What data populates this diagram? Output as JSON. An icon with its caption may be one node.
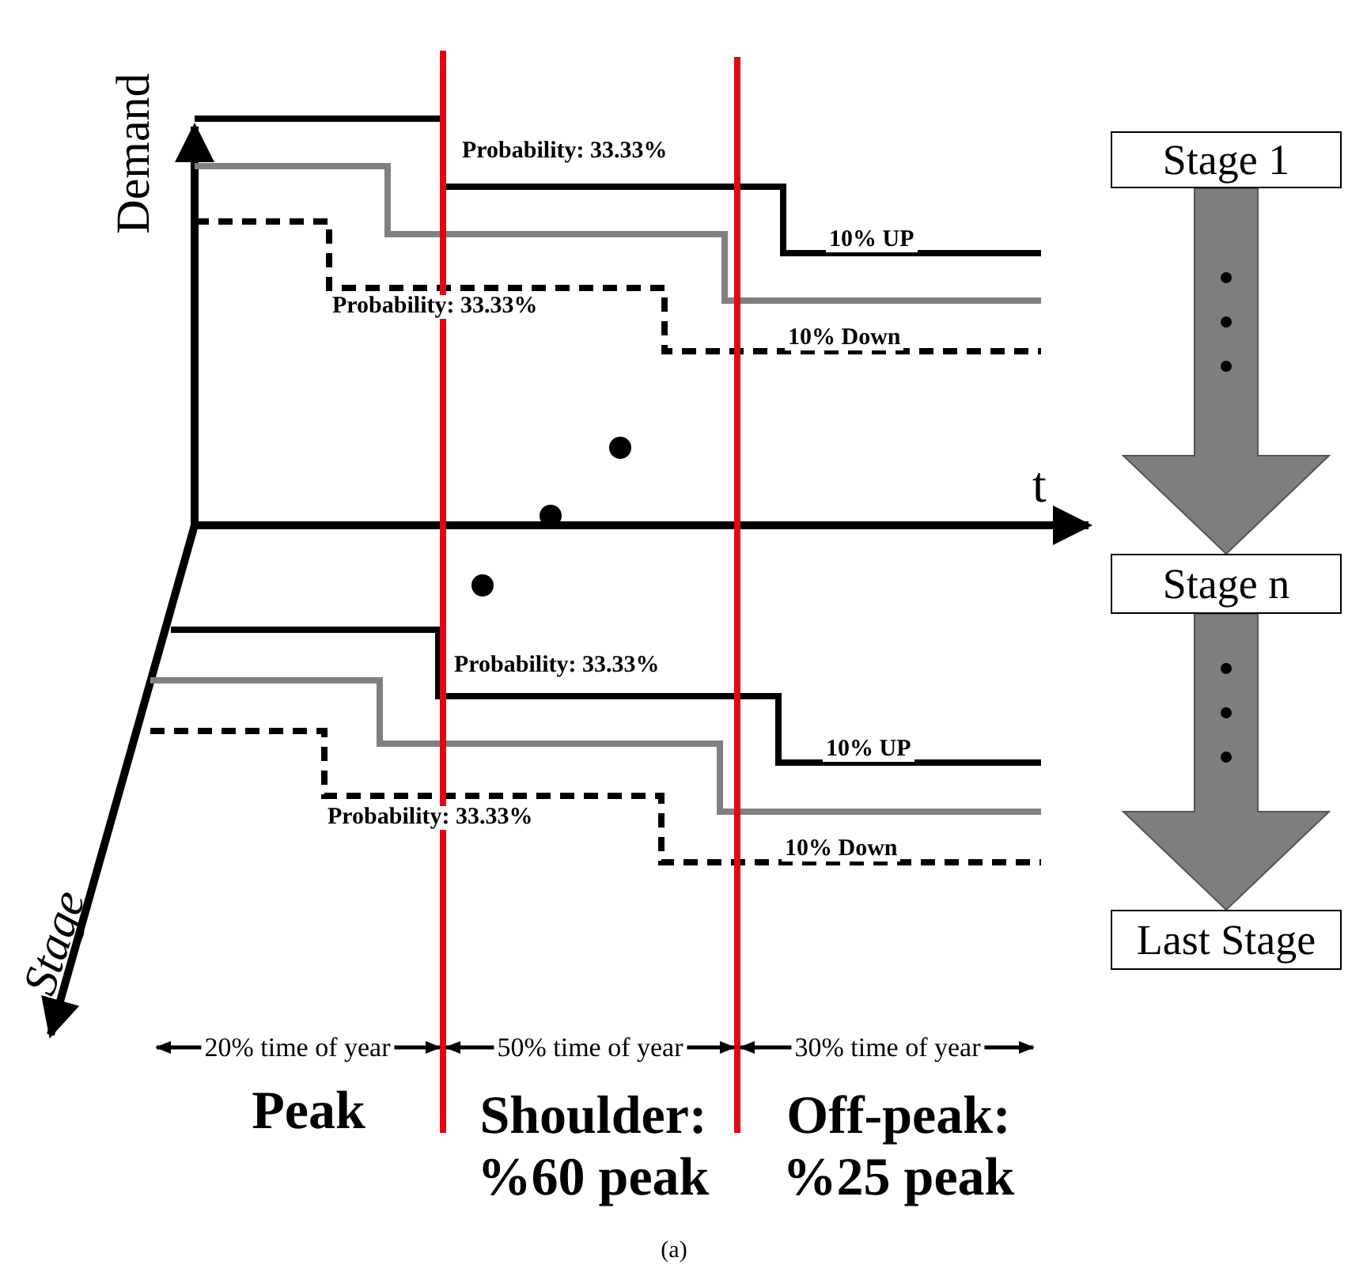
{
  "diagram": {
    "caption": "(a)",
    "nodes": [
      {
        "text": [
          "Stage 1"
        ]
      },
      {
        "text": [
          "Stage n"
        ]
      },
      {
        "text": [
          "Last Stage"
        ]
      }
    ],
    "edges": [
      {
        "from": 0,
        "to": 1,
        "arrow": "to"
      },
      {
        "from": 1,
        "to": 2,
        "arrow": "to"
      }
    ],
    "labels": [
      "Demand",
      "Probability: 33.33%",
      "10% UP",
      "Probability: 33.33%",
      "10% Down",
      "t",
      "Probability: 33.33%",
      "10% UP",
      "Probability: 33.33%",
      "10% Down",
      "Stage",
      "20% time of year",
      "50% time of year",
      "30% time of year",
      "Peak",
      "Shoulder: %60 peak",
      "Off-peak: %25 peak"
    ]
  }
}
